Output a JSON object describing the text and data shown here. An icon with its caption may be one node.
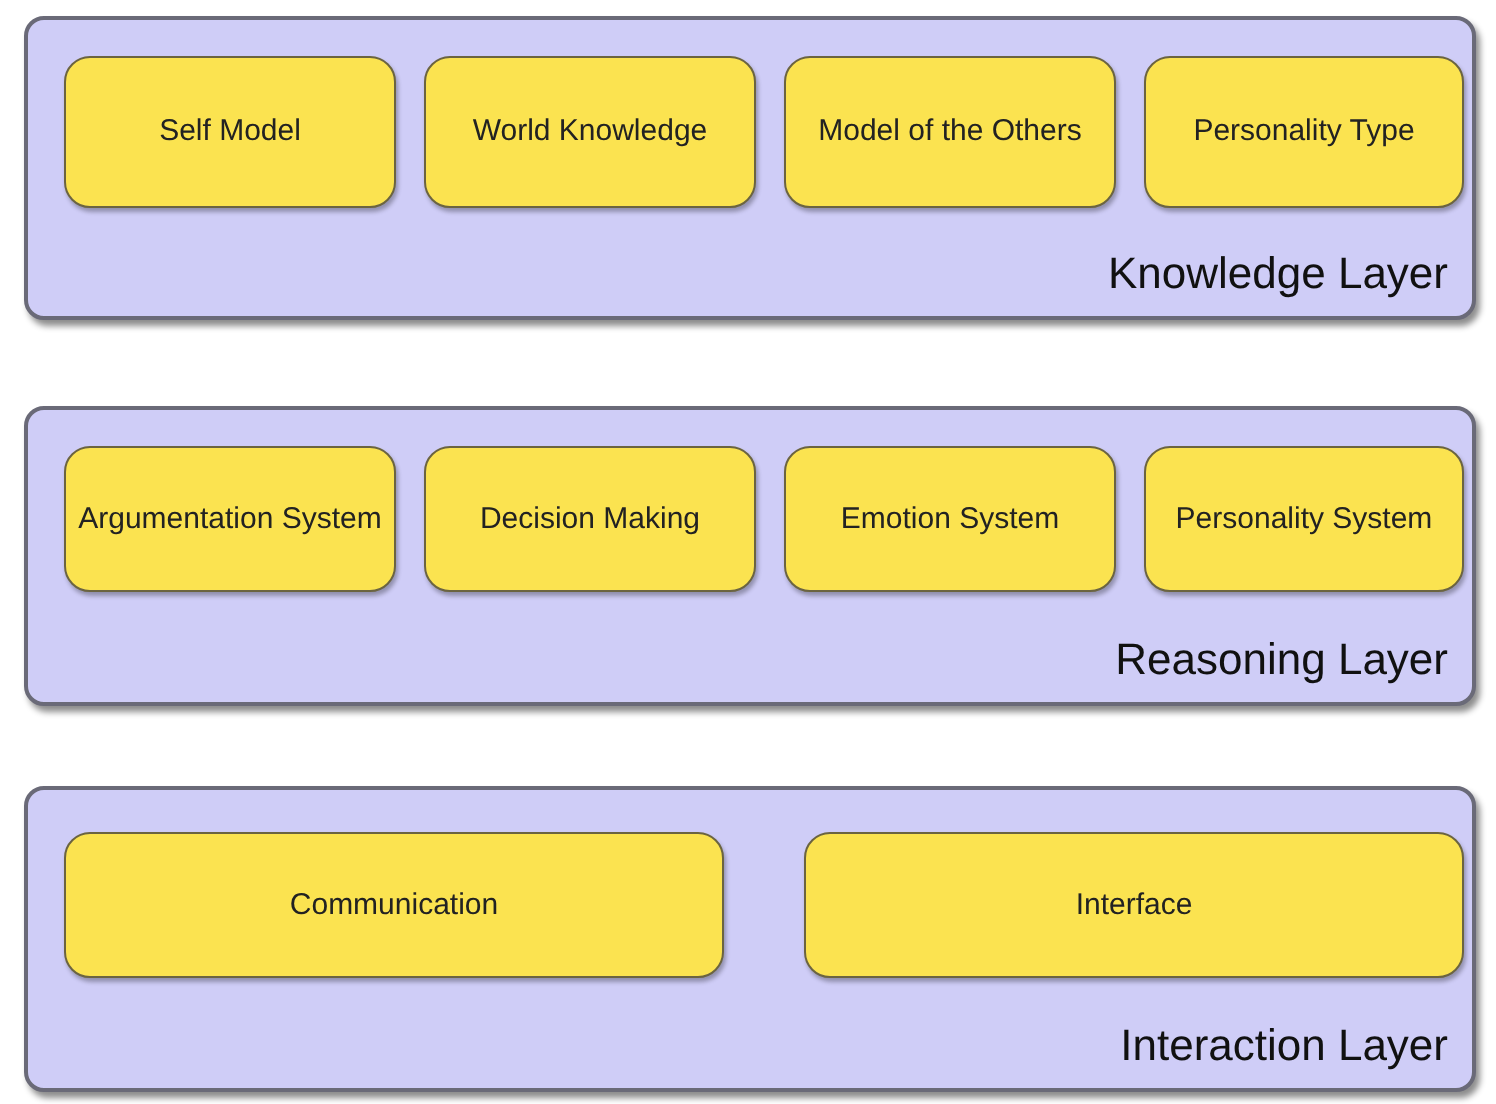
{
  "diagram": {
    "nodes": [
      {
        "text": [
          "Knowledge Layer"
        ]
      },
      {
        "text": [
          "Self Model"
        ],
        "in": 0
      },
      {
        "text": [
          "World Knowledge"
        ],
        "in": 0
      },
      {
        "text": [
          "Model of the Others"
        ],
        "in": 0
      },
      {
        "text": [
          "Personality Type"
        ],
        "in": 0
      },
      {
        "text": [
          "Reasoning Layer"
        ]
      },
      {
        "text": [
          "Argumentation System"
        ],
        "in": 5
      },
      {
        "text": [
          "Decision Making"
        ],
        "in": 5
      },
      {
        "text": [
          "Emotion System"
        ],
        "in": 5
      },
      {
        "text": [
          "Personality System"
        ],
        "in": 5
      },
      {
        "text": [
          "Interaction Layer"
        ]
      },
      {
        "text": [
          "Communication"
        ],
        "in": 10
      },
      {
        "text": [
          "Interface"
        ],
        "in": 10
      }
    ]
  }
}
